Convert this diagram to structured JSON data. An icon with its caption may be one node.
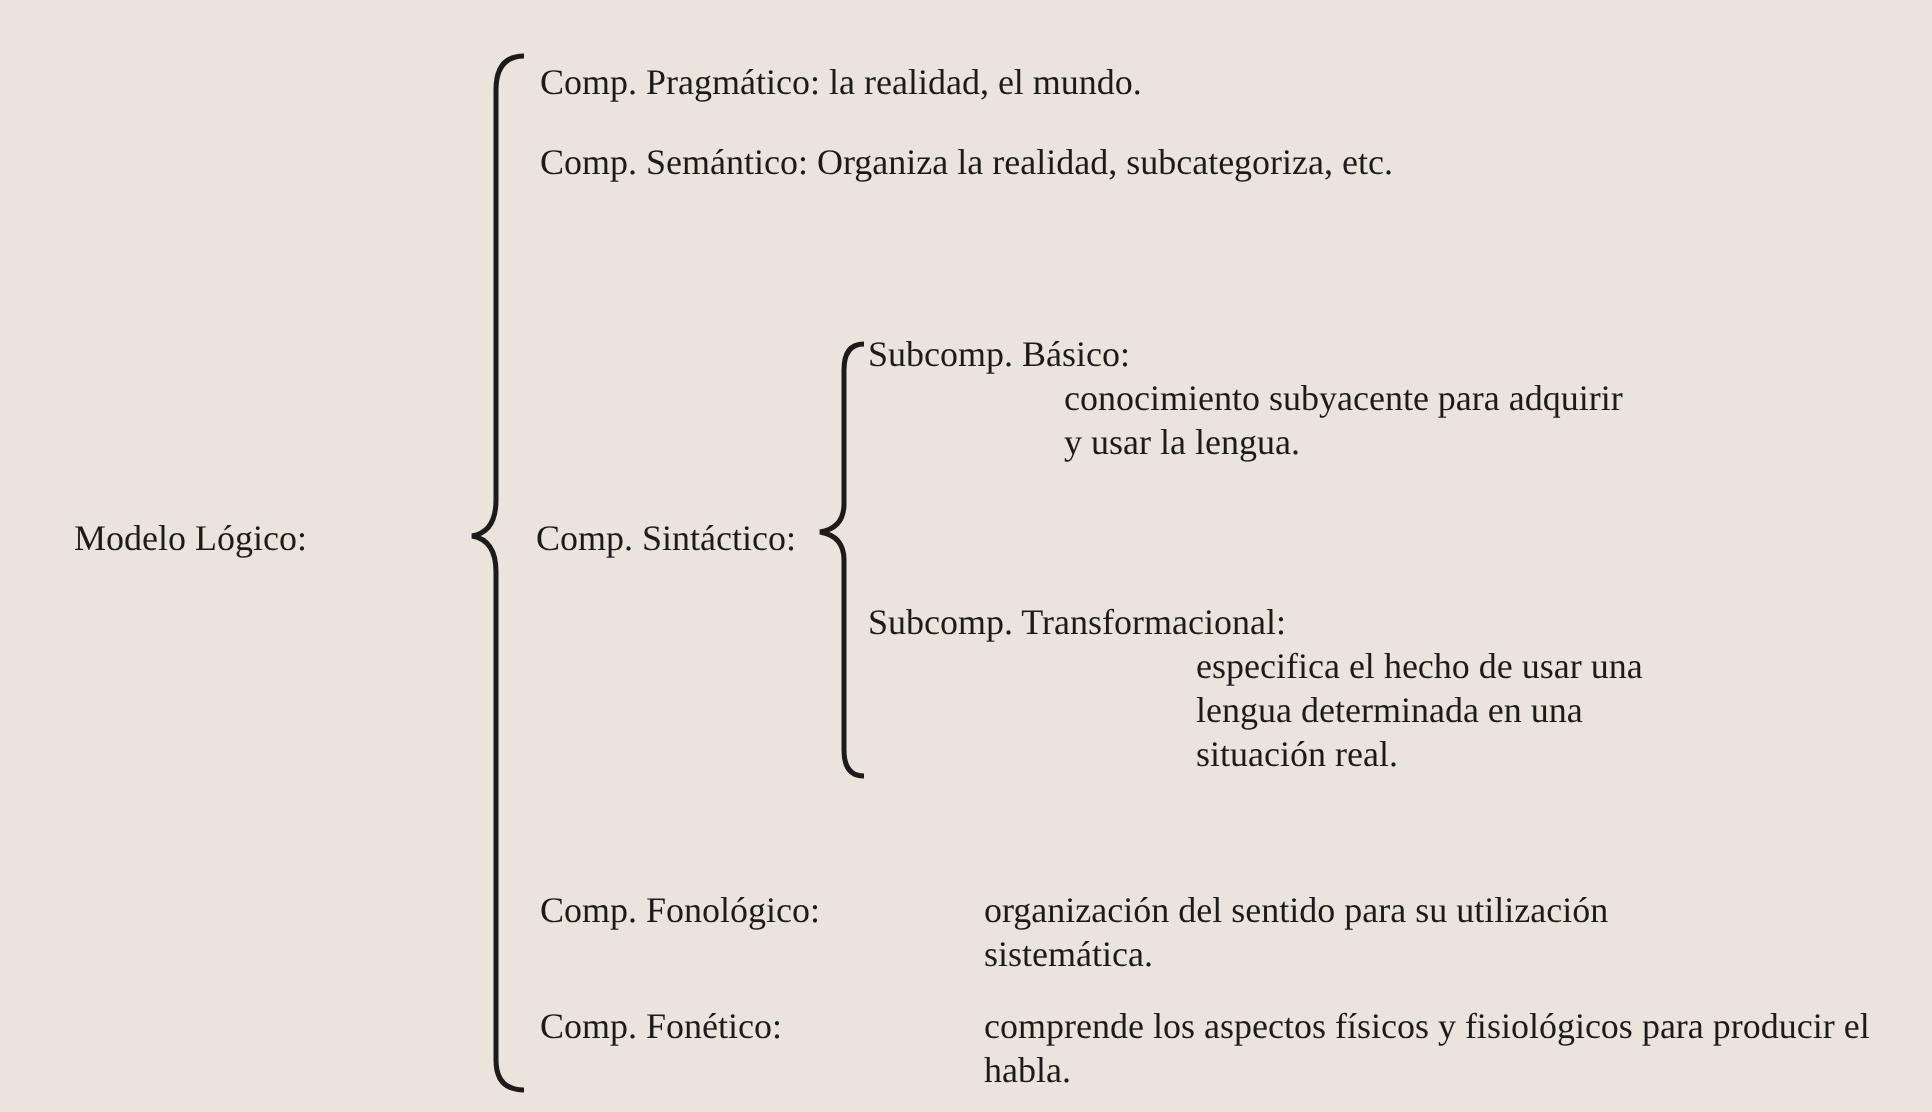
{
  "diagram": {
    "labels": [
      "Comp. Pragmático: la realidad, el mundo.",
      "Comp. Semántico: Organiza la realidad, subcategoriza, etc.",
      "Subcomp. Básico:",
      "conocimiento subyacente para adquirir y usar la lengua.",
      "Modelo Lógico:",
      "Comp. Sintáctico:",
      "Subcomp. Transformacional:",
      "especifica el hecho de usar una lengua determinada en una situación real.",
      "Comp. Fonológico:",
      "organización del sentido para su utilización sistemática.",
      "Comp. Fonético:",
      "comprende los aspectos físicos y fisiológicos para producir el habla."
    ]
  }
}
